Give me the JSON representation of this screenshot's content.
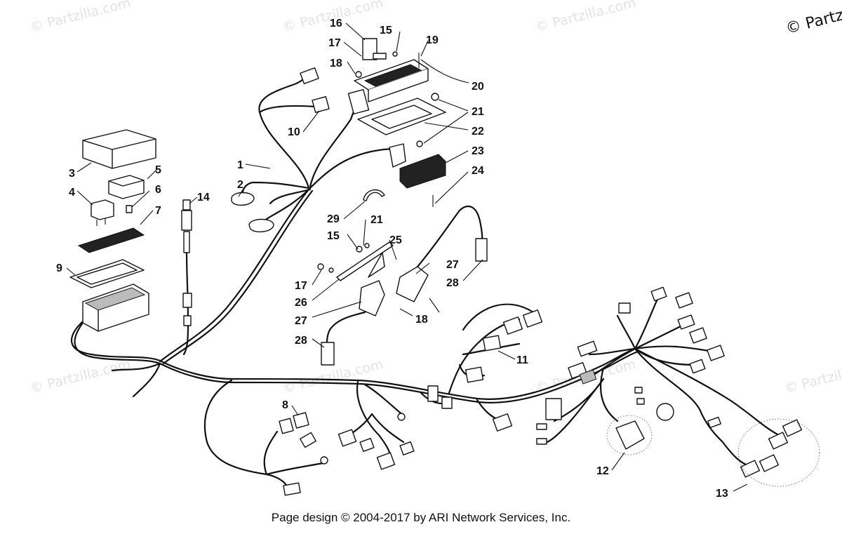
{
  "watermarks": {
    "faint": "© Partzilla.com",
    "corner": "© Partz"
  },
  "callouts": {
    "c1": "1",
    "c2": "2",
    "c3": "3",
    "c4": "4",
    "c5": "5",
    "c6": "6",
    "c7": "7",
    "c8": "8",
    "c9": "9",
    "c10": "10",
    "c11": "11",
    "c12": "12",
    "c13": "13",
    "c14": "14",
    "c15": "15",
    "c15b": "15",
    "c16": "16",
    "c17": "17",
    "c17b": "17",
    "c18": "18",
    "c18b": "18",
    "c19": "19",
    "c20": "20",
    "c21": "21",
    "c21b": "21",
    "c22": "22",
    "c23": "23",
    "c24": "24",
    "c25": "25",
    "c26": "26",
    "c27": "27",
    "c27b": "27",
    "c28": "28",
    "c28b": "28",
    "c29": "29"
  },
  "footer": "Page design © 2004-2017 by ARI Network Services, Inc."
}
